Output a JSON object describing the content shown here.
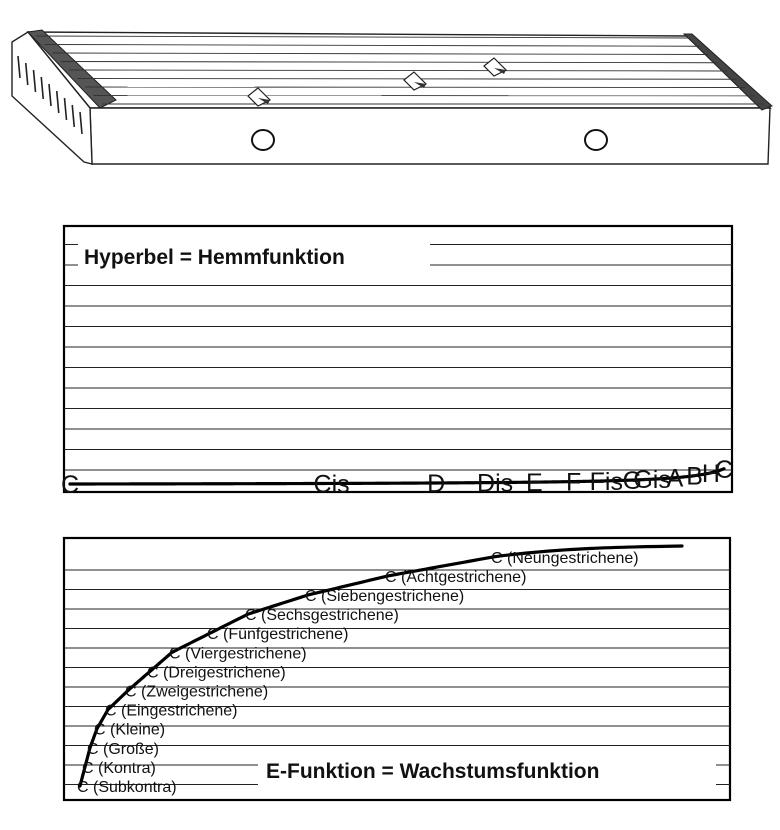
{
  "top_panel": {
    "title": "Hyperbel = Hemmfunktion",
    "notes": [
      {
        "label": "C",
        "t": 0.0
      },
      {
        "label": "Cis",
        "t": 0.4
      },
      {
        "label": "D",
        "t": 0.56
      },
      {
        "label": "Dis",
        "t": 0.65
      },
      {
        "label": "E",
        "t": 0.71
      },
      {
        "label": "F",
        "t": 0.77
      },
      {
        "label": "Fis",
        "t": 0.82
      },
      {
        "label": "G",
        "t": 0.86
      },
      {
        "label": "Gis",
        "t": 0.89
      },
      {
        "label": "A",
        "t": 0.925
      },
      {
        "label": "B",
        "t": 0.955
      },
      {
        "label": "H",
        "t": 0.98
      },
      {
        "label": "C",
        "t": 1.0
      }
    ]
  },
  "bottom_panel": {
    "title": "E-Funktion = Wachstumsfunktion",
    "octaves": [
      "C (Subkontra)",
      "C (Kontra)",
      "C (Große)",
      "C (Kleine)",
      "C (Eingestrichene)",
      "C (Zweigestrichene)",
      "C (Dreigestrichene)",
      "C (Viergestrichene)",
      "C (Fünfgestrichene)",
      "C (Sechsgestrichene)",
      "C (Siebengestrichene)",
      "C (Achtgestrichene)",
      "C (Neungestrichene)"
    ]
  }
}
